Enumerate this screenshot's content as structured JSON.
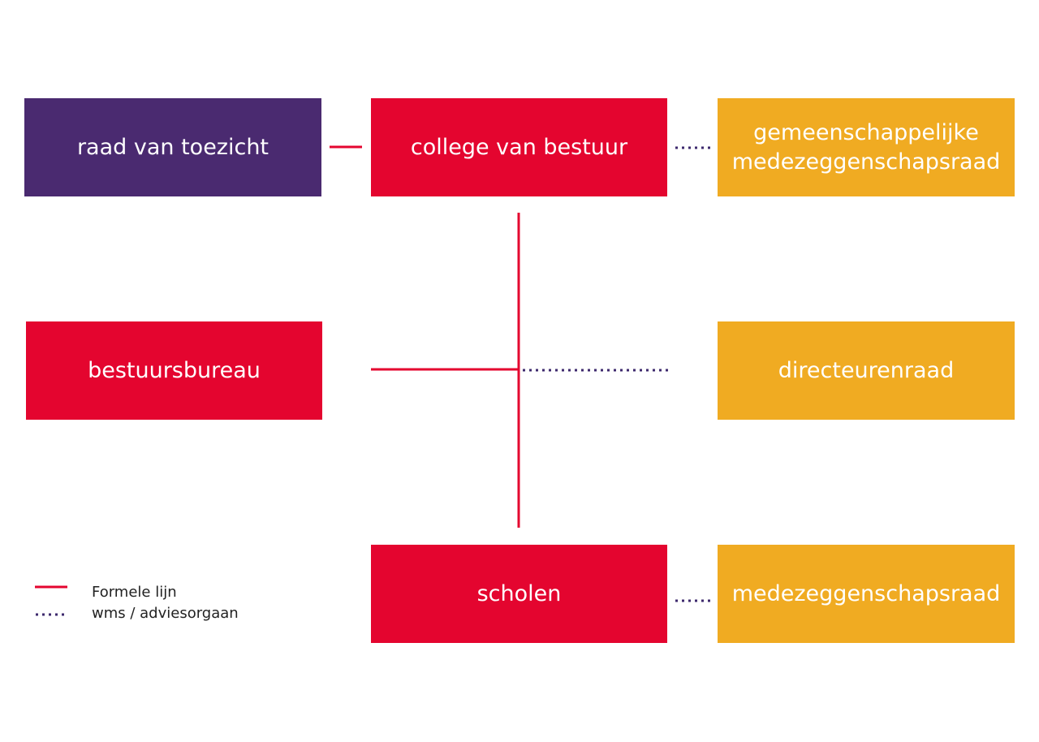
{
  "colors": {
    "governance": "#4a2a70",
    "formal": "#e4052f",
    "advisory": "#f0ab22",
    "formal_line": "#e4052f",
    "advisory_line": "#3e2a6e"
  },
  "boxes": {
    "raad_van_toezicht": "raad van toezicht",
    "college_van_bestuur": "college van bestuur",
    "gmr_line1": "gemeenschappelijke",
    "gmr_line2": "medezeggenschapsraad",
    "bestuursbureau": "bestuursbureau",
    "directeurenraad": "directeurenraad",
    "scholen": "scholen",
    "medezeggenschapsraad": "medezeggenschapsraad"
  },
  "legend": {
    "formal_label": "Formele lijn",
    "advisory_label": "wms / adviesorgaan"
  }
}
